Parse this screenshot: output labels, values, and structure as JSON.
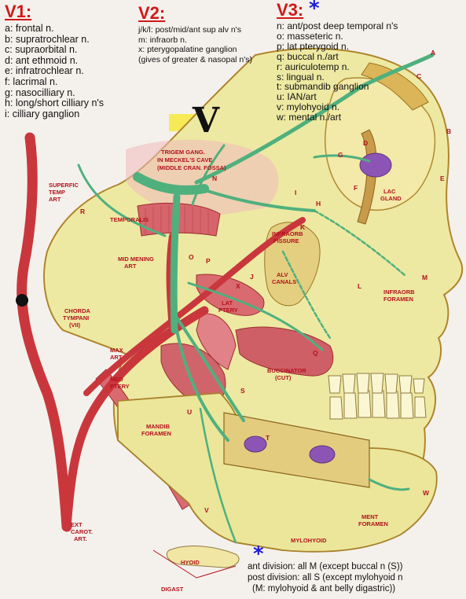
{
  "v1": {
    "header": "V1:",
    "items": [
      "a: frontal n.",
      "b: supratrochlear n.",
      "c: supraorbital n.",
      "d: ant ethmoid n.",
      "e: infratrochlear n.",
      "f: lacrimal n.",
      "g: nasocilliary n.",
      "h: long/short cilliary n's",
      "i: cilliary ganglion"
    ]
  },
  "v2": {
    "header": "V2:",
    "items": [
      "j/k/l: post/mid/ant sup alv n's",
      "m: infraorb n.",
      "x: pterygopalatine ganglion",
      "(gives of greater & nasopal n's)"
    ]
  },
  "v3": {
    "header": "V3:",
    "star": "*",
    "items": [
      "n: ant/post deep temporal n's",
      "o: masseteric n.",
      "p: lat pterygoid n.",
      "q: buccal n./art",
      "r: auriculotemp n.",
      "s: lingual n.",
      "t: submandib ganglion",
      "u: IAN/art",
      "v: mylohyoid n.",
      "w: mental n./art"
    ]
  },
  "note": {
    "star": "*",
    "lines": [
      "ant division: all M (except buccal n (S))",
      "post division: all S (except mylohyoid n",
      "(M: mylohyoid & ant belly digastric))"
    ]
  },
  "title_roman": "V",
  "labels": {
    "trigem_1": "TRIGEM GANG.",
    "trigem_2": "IN MECKEL'S CAVE",
    "trigem_3": "(MIDDLE CRAN. FOSSA)",
    "superf_1": "SUPERFIC",
    "superf_2": "TEMP",
    "superf_3": "ART",
    "temporalis": "TEMPORALIS",
    "midmenin_1": "MID MENING",
    "midmenin_2": "ART",
    "chorda_1": "CHORDA",
    "chorda_2": "TYMPANI",
    "chorda_3": "(VII)",
    "maxart_1": "MAX",
    "maxart_2": "ART",
    "medptery_1": "MED",
    "medptery_2": "PTERY",
    "latptery_1": "LAT",
    "latptery_2": "PTERY",
    "buccinator_1": "BUCCINATOR",
    "buccinator_2": "(CUT)",
    "mandib_1": "MANDIB",
    "mandib_2": "FORAMEN",
    "extcarot_1": "EXT",
    "extcarot_2": "CAROT.",
    "extcarot_3": "ART.",
    "lacgland_1": "LAC",
    "lacgland_2": "GLAND",
    "infraorb_1": "INFRAORB",
    "infraorb_2": "FISSURE",
    "alvcanals_1": "ALV",
    "alvcanals_2": "CANALS",
    "infraorbfor_1": "INFRAORB",
    "infraorbfor_2": "FORAMEN",
    "mentfor_1": "MENT",
    "mentfor_2": "FORAMEN",
    "mylohyoid": "MYLOHYOID",
    "hyoid": "HYOID",
    "digast": "DIGAST"
  },
  "letters": {
    "A": "A",
    "B": "B",
    "C": "C",
    "D": "D",
    "E": "E",
    "F": "F",
    "G": "G",
    "H": "H",
    "I": "I",
    "J": "J",
    "K": "K",
    "L": "L",
    "M": "M",
    "N": "N",
    "O": "O",
    "P": "P",
    "Q": "Q",
    "R": "R",
    "S": "S",
    "T": "T",
    "U": "U",
    "V": "V",
    "W": "W",
    "X": "X"
  },
  "colors": {
    "header_red": "#d01818",
    "star_blue": "#1b1bd8",
    "bone": "#ece9a0",
    "nerve": "#4fb07e",
    "artery": "#c9373d",
    "muscle": "#d9747a",
    "gland": "#8e5ab8"
  }
}
